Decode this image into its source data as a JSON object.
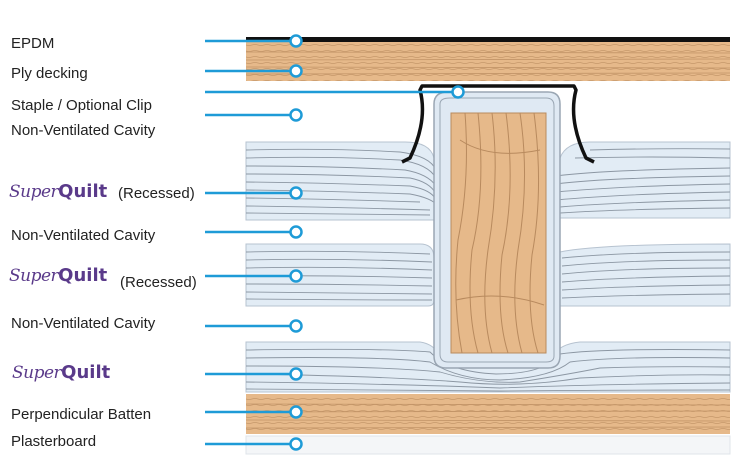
{
  "labels": {
    "epdm": "EPDM",
    "ply_decking": "Ply decking",
    "staple_clip": "Staple / Optional Clip",
    "cavity_top": "Non-Ventilated Cavity",
    "cavity_middle": "Non-Ventilated Cavity",
    "cavity_bottom": "Non-Ventilated Cavity",
    "perpendicular_batten": "Perpendicular Batten",
    "plasterboard": "Plasterboard"
  },
  "superquilt": {
    "super": "Super",
    "quilt": "Quilt",
    "recessed_note": "(Recessed)"
  },
  "colors": {
    "leader_line": "#1e9bd7",
    "timber": "#e6b98a",
    "timber_grain": "#b88a5e",
    "quilt_fill": "#e2ecf5",
    "quilt_line": "#8c97a3",
    "membrane": "#111111",
    "brand": "#5a3a8a"
  }
}
